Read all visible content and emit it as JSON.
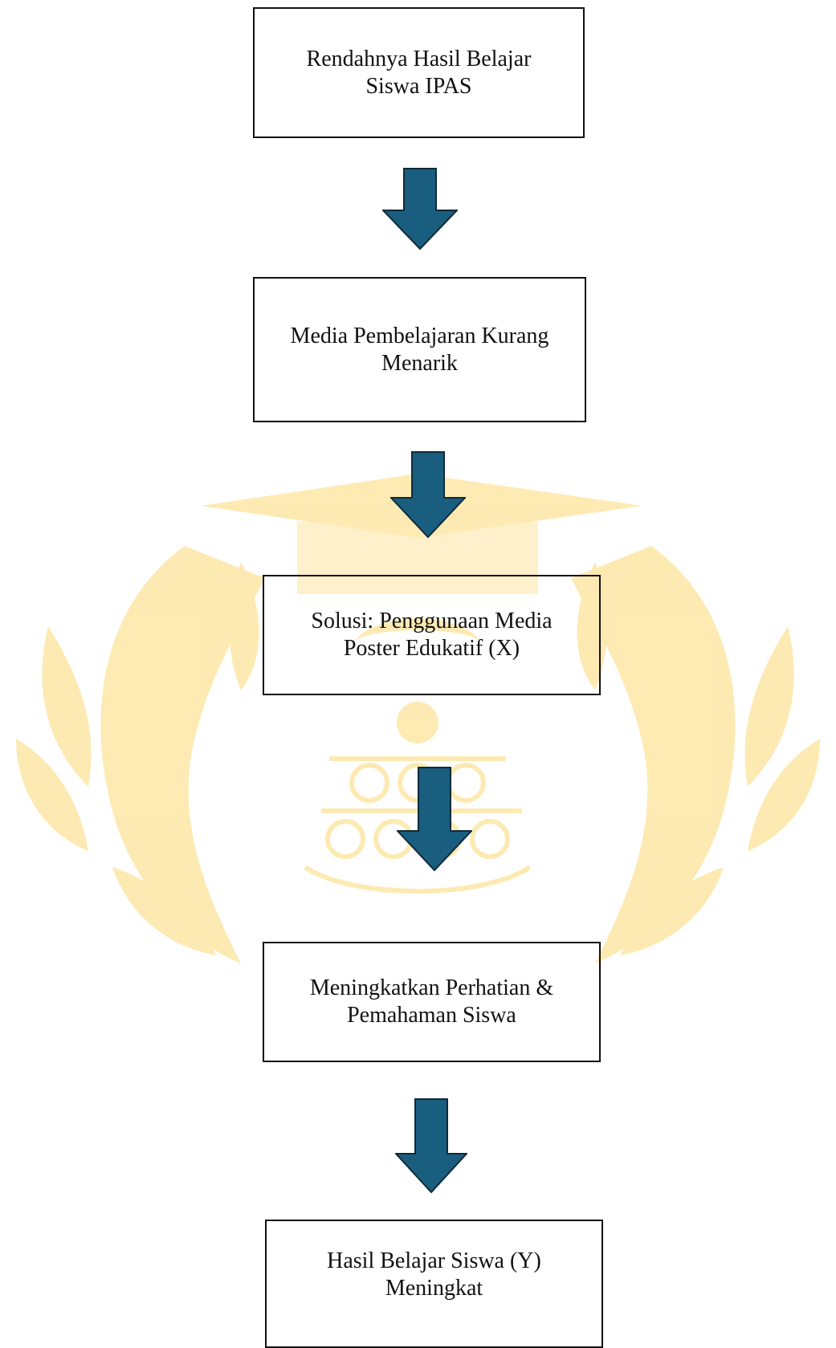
{
  "diagram": {
    "boxes": [
      {
        "lines": [
          "Rendahnya Hasil Belajar",
          "Siswa IPAS"
        ]
      },
      {
        "lines": [
          "Media Pembelajaran Kurang",
          "Menarik"
        ]
      },
      {
        "lines": [
          "Solusi: Penggunaan Media",
          "Poster Edukatif (X)"
        ]
      },
      {
        "lines": [
          "Meningkatkan Perhatian &",
          "Pemahaman Siswa"
        ]
      },
      {
        "lines": [
          "Hasil Belajar Siswa (Y)",
          "Meningkat"
        ]
      }
    ],
    "arrow_count": 4
  },
  "colors": {
    "arrow_fill": "#1a5e7f",
    "arrow_stroke": "#0f2a3a",
    "box_border": "#111111",
    "watermark": "#fde7a6"
  },
  "icons": {
    "watermark": "university-crest-watermark-icon",
    "arrow": "down-arrow-icon"
  }
}
